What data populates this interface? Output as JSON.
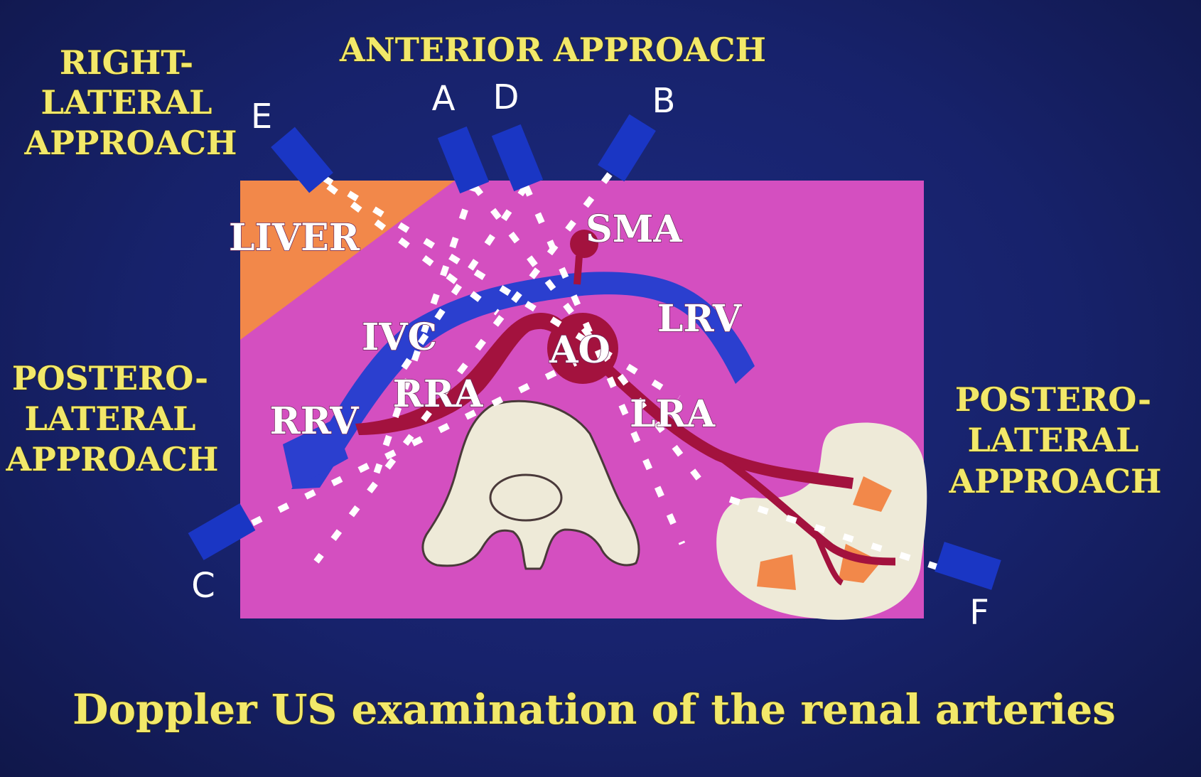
{
  "approaches": {
    "right_lateral": [
      "RIGHT-",
      "LATERAL",
      "APPROACH"
    ],
    "anterior": "ANTERIOR APPROACH",
    "postero_lateral_left": [
      "POSTERO-",
      "LATERAL",
      "APPROACH"
    ],
    "postero_lateral_right": [
      "POSTERO-",
      "LATERAL",
      "APPROACH"
    ]
  },
  "probes": {
    "a": "A",
    "b": "B",
    "c": "C",
    "d": "D",
    "e": "E",
    "f": "F"
  },
  "structures": {
    "liver": "LIVER",
    "sma": "SMA",
    "ivc": "IVC",
    "lrv": "LRV",
    "ao": "AO",
    "rra": "RRA",
    "rrv": "RRV",
    "lra": "LRA"
  },
  "caption": "Doppler US examination of the renal arteries",
  "colors": {
    "background": "#17226b",
    "tissue": "#d44fc0",
    "liver": "#f2884a",
    "vein": "#2b3fcf",
    "artery": "#a3123e",
    "bone": "#eeead8",
    "label_yellow": "#f2e86a",
    "probe": "#1a36c4"
  }
}
